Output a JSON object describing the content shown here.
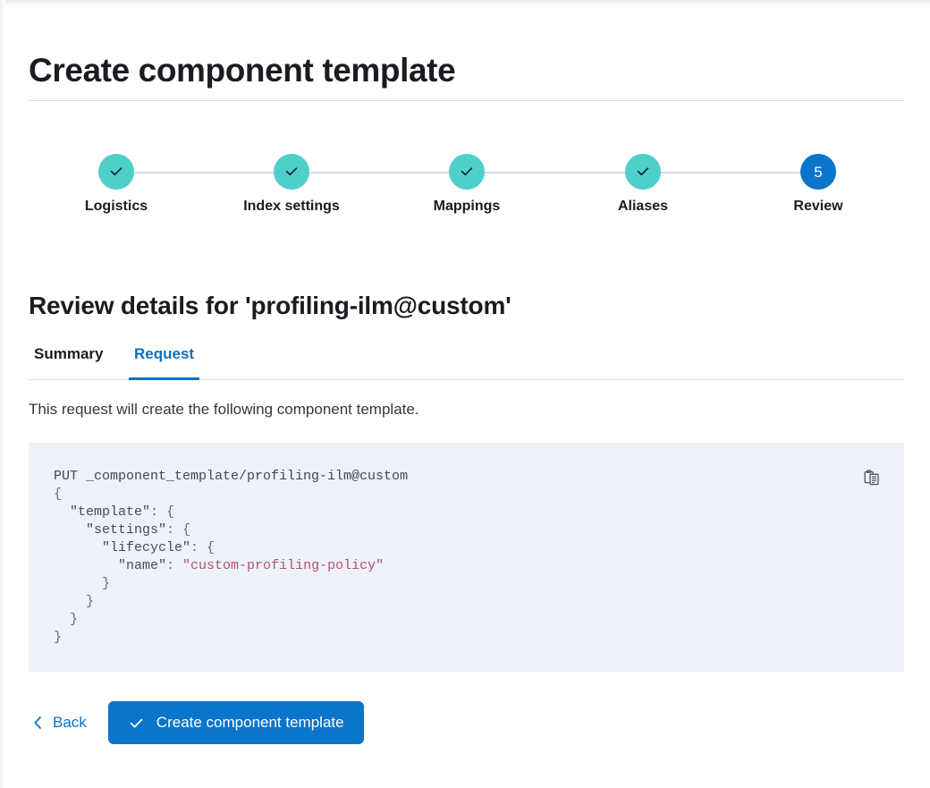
{
  "page": {
    "title": "Create component template"
  },
  "stepper": {
    "steps": [
      {
        "label": "Logistics",
        "state": "done",
        "icon": "check-icon",
        "number": "1"
      },
      {
        "label": "Index settings",
        "state": "done",
        "icon": "check-icon",
        "number": "2"
      },
      {
        "label": "Mappings",
        "state": "done",
        "icon": "check-icon",
        "number": "3"
      },
      {
        "label": "Aliases",
        "state": "done",
        "icon": "check-icon",
        "number": "4"
      },
      {
        "label": "Review",
        "state": "current",
        "icon": "",
        "number": "5"
      }
    ],
    "colors": {
      "done": "#4ed0ca",
      "current": "#0b74cb",
      "connector": "#d3dae6"
    }
  },
  "review": {
    "heading": "Review details for 'profiling-ilm@custom'",
    "tabs": [
      {
        "label": "Summary",
        "active": false
      },
      {
        "label": "Request",
        "active": true
      }
    ],
    "description": "This request will create the following component template.",
    "code": {
      "request_line": "PUT _component_template/profiling-ilm@custom",
      "lines": [
        "{",
        "  \"template\": {",
        "    \"settings\": {",
        "      \"lifecycle\": {",
        "        \"name\": \"custom-profiling-policy\"",
        "      }",
        "    }",
        "  }",
        "}"
      ],
      "string_value": "\"custom-profiling-policy\"",
      "copy_icon": "copy-clipboard-icon",
      "background": "#eef1f9",
      "string_color": "#b0546a"
    }
  },
  "footer": {
    "back_label": "Back",
    "back_icon": "chevron-left-icon",
    "submit_label": "Create component template",
    "submit_icon": "check-icon",
    "submit_color": "#0b74cb"
  }
}
